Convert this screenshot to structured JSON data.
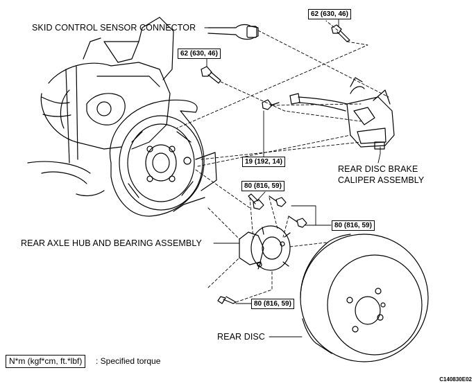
{
  "labels": {
    "skid_sensor": "SKID CONTROL SENSOR CONNECTOR",
    "caliper_line1": "REAR DISC BRAKE",
    "caliper_line2": "CALIPER ASSEMBLY",
    "hub": "REAR AXLE HUB AND BEARING ASSEMBLY",
    "disc": "REAR DISC"
  },
  "torques": {
    "t_top_right": "62 (630, 46)",
    "t_top_mid": "62 (630, 46)",
    "t_sensor_bolt": "19 (192, 14)",
    "t_hub_top": "80 (816, 59)",
    "t_hub_right": "80 (816, 59)",
    "t_hub_bottom": "80 (816, 59)"
  },
  "legend": {
    "unit": "N*m (kgf*cm, ft.*lbf)",
    "text": ": Specified torque"
  },
  "figure_code": "C140830E02"
}
